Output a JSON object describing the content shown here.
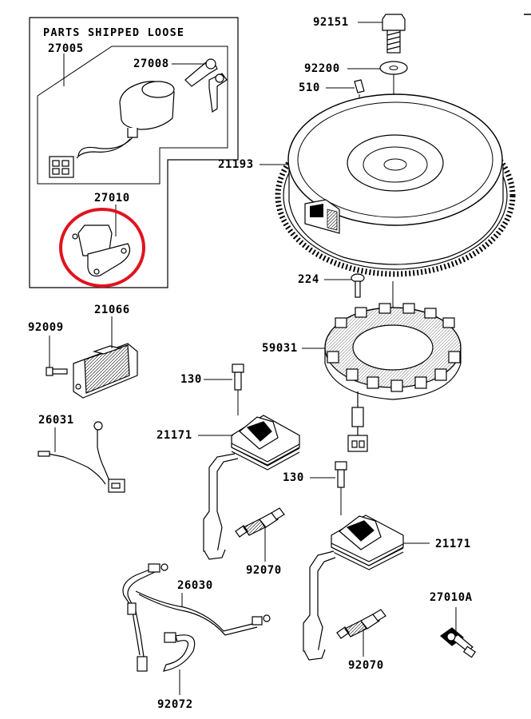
{
  "box": {
    "title": "PARTS SHIPPED LOOSE"
  },
  "parts": {
    "p27005": "27005",
    "p27008": "27008",
    "p27010": "27010",
    "p92151": "92151",
    "p92200": "92200",
    "p510": "510",
    "p21193": "21193",
    "p224": "224",
    "p59031": "59031",
    "p92009": "92009",
    "p21066": "21066",
    "p130a": "130",
    "p130b": "130",
    "p26031": "26031",
    "p21171a": "21171",
    "p21171b": "21171",
    "p92070a": "92070",
    "p92070b": "92070",
    "p26030": "26030",
    "p27010A": "27010A",
    "p92072": "92072"
  },
  "highlight": {
    "part": "27010",
    "color": "#e0141e"
  }
}
